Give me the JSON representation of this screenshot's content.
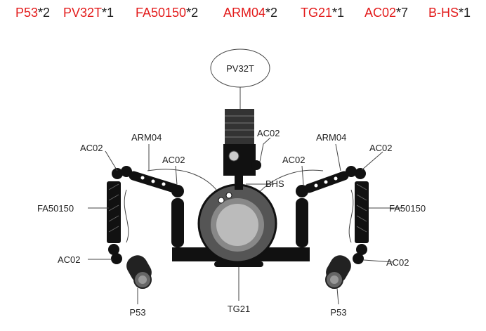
{
  "parts_list": [
    {
      "code": "P53",
      "qty": "*2"
    },
    {
      "code": "PV32T",
      "qty": "*1"
    },
    {
      "code": "FA50150",
      "qty": "*2"
    },
    {
      "code": "ARM04",
      "qty": "*2"
    },
    {
      "code": "TG21",
      "qty": "*1"
    },
    {
      "code": "AC02",
      "qty": "*7"
    },
    {
      "code": "B-HS",
      "qty": "*1"
    }
  ],
  "labels": {
    "pv32t": "PV32T",
    "ac02_top": "AC02",
    "arm04_left": "ARM04",
    "ac02_left_top": "AC02",
    "ac02_left_inner": "AC02",
    "ac02_right_inner": "AC02",
    "arm04_right": "ARM04",
    "ac02_right_top": "AC02",
    "bhs": "BHS",
    "fa50150_left": "FA50150",
    "fa50150_right": "FA50150",
    "ac02_left_bottom": "AC02",
    "ac02_right_bottom": "AC02",
    "tg21": "TG21",
    "p53_left": "P53",
    "p53_right": "P53"
  },
  "colors": {
    "code": "#e31b1b",
    "qty": "#222222"
  }
}
